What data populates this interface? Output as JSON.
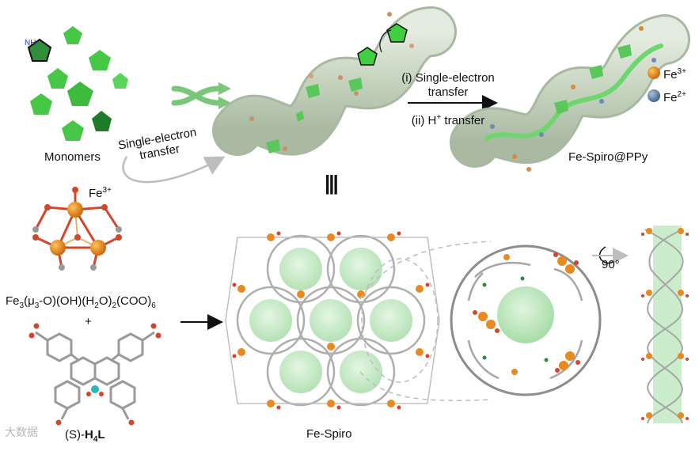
{
  "labels": {
    "monomers": "Monomers",
    "set_arrow": "Single-electron\ntransfer",
    "step1": "(i) Single-electron",
    "step1b": "transfer",
    "step2": "(ii) H",
    "step2_sup": "+",
    "step2_tail": " transfer",
    "product": "Fe-Spiro@PPy",
    "fe3": "Fe",
    "fe3_sup": "3+",
    "fe2": "Fe",
    "fe2_sup": "2+",
    "cluster_fe": "Fe",
    "cluster_fe_sup": "3+",
    "nh": "NH",
    "equiv": "|||",
    "plus": "+",
    "framework": "Fe-Spiro",
    "rotation": "90°",
    "ligand_prefix": "(S)-",
    "ligand_main": "H",
    "ligand_sub": "4",
    "ligand_tail": "L",
    "watermark": "大数据"
  },
  "formula": {
    "p1": "Fe",
    "s1": "3",
    "p2": "(μ",
    "s2": "3",
    "p3": "-O)(OH)(H",
    "s3": "2",
    "p4": "O)",
    "s4": "2",
    "p5": "(COO)",
    "s5": "6"
  },
  "colors": {
    "green_monomer": "#44c444",
    "green_dark": "#1e7a2c",
    "tube": "#c9d6c2",
    "fe3_ball": "#e07b1a",
    "fe2_ball": "#5f7fa8",
    "pore": "#bfe8bf",
    "red_o": "#d2472a",
    "grey_c": "#9a9a9a"
  }
}
